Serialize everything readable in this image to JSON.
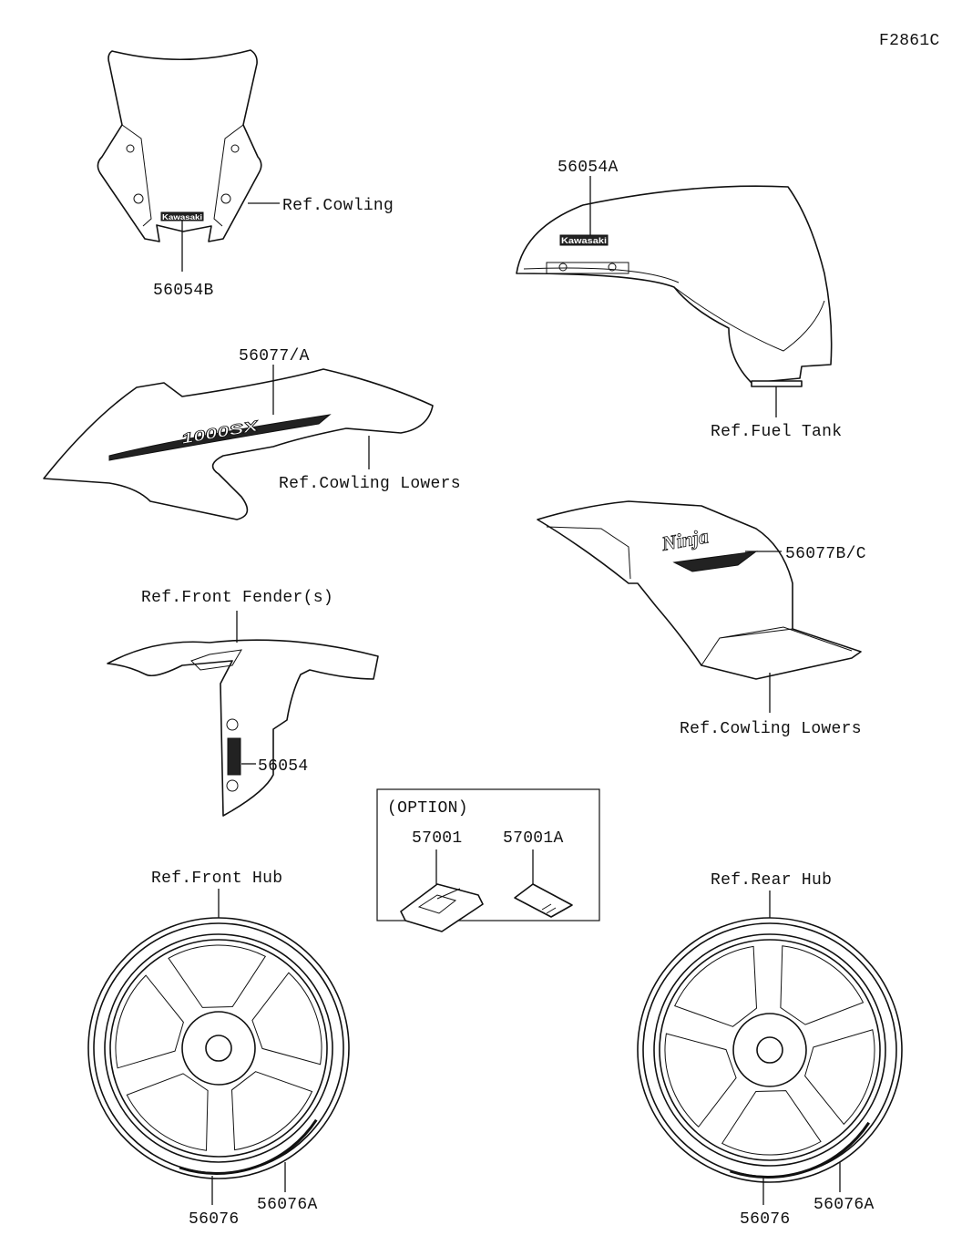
{
  "diagram_id": "F2861C",
  "option_box": {
    "title": "(OPTION)",
    "parts": [
      "57001",
      "57001A"
    ]
  },
  "labels": {
    "windshield_decal": "56054B",
    "ref_cowling": "Ref.Cowling",
    "fuel_tank_decal": "56054A",
    "ref_fuel_tank": "Ref.Fuel Tank",
    "cowling_lower_decal_left": "56077/A",
    "ref_cowling_lowers_left": "Ref.Cowling Lowers",
    "cowling_lower_decal_right": "56077B/C",
    "ref_cowling_lowers_right": "Ref.Cowling Lowers",
    "ref_front_fender": "Ref.Front Fender(s)",
    "fender_decal": "56054",
    "ref_front_hub": "Ref.Front Hub",
    "front_wheel_decal": "56076",
    "front_wheel_decal_a": "56076A",
    "ref_rear_hub": "Ref.Rear Hub",
    "rear_wheel_decal": "56076",
    "rear_wheel_decal_a": "56076A"
  },
  "decal_text": {
    "brand": "Kawasaki",
    "model": "1000SX",
    "script": "Ninja"
  }
}
